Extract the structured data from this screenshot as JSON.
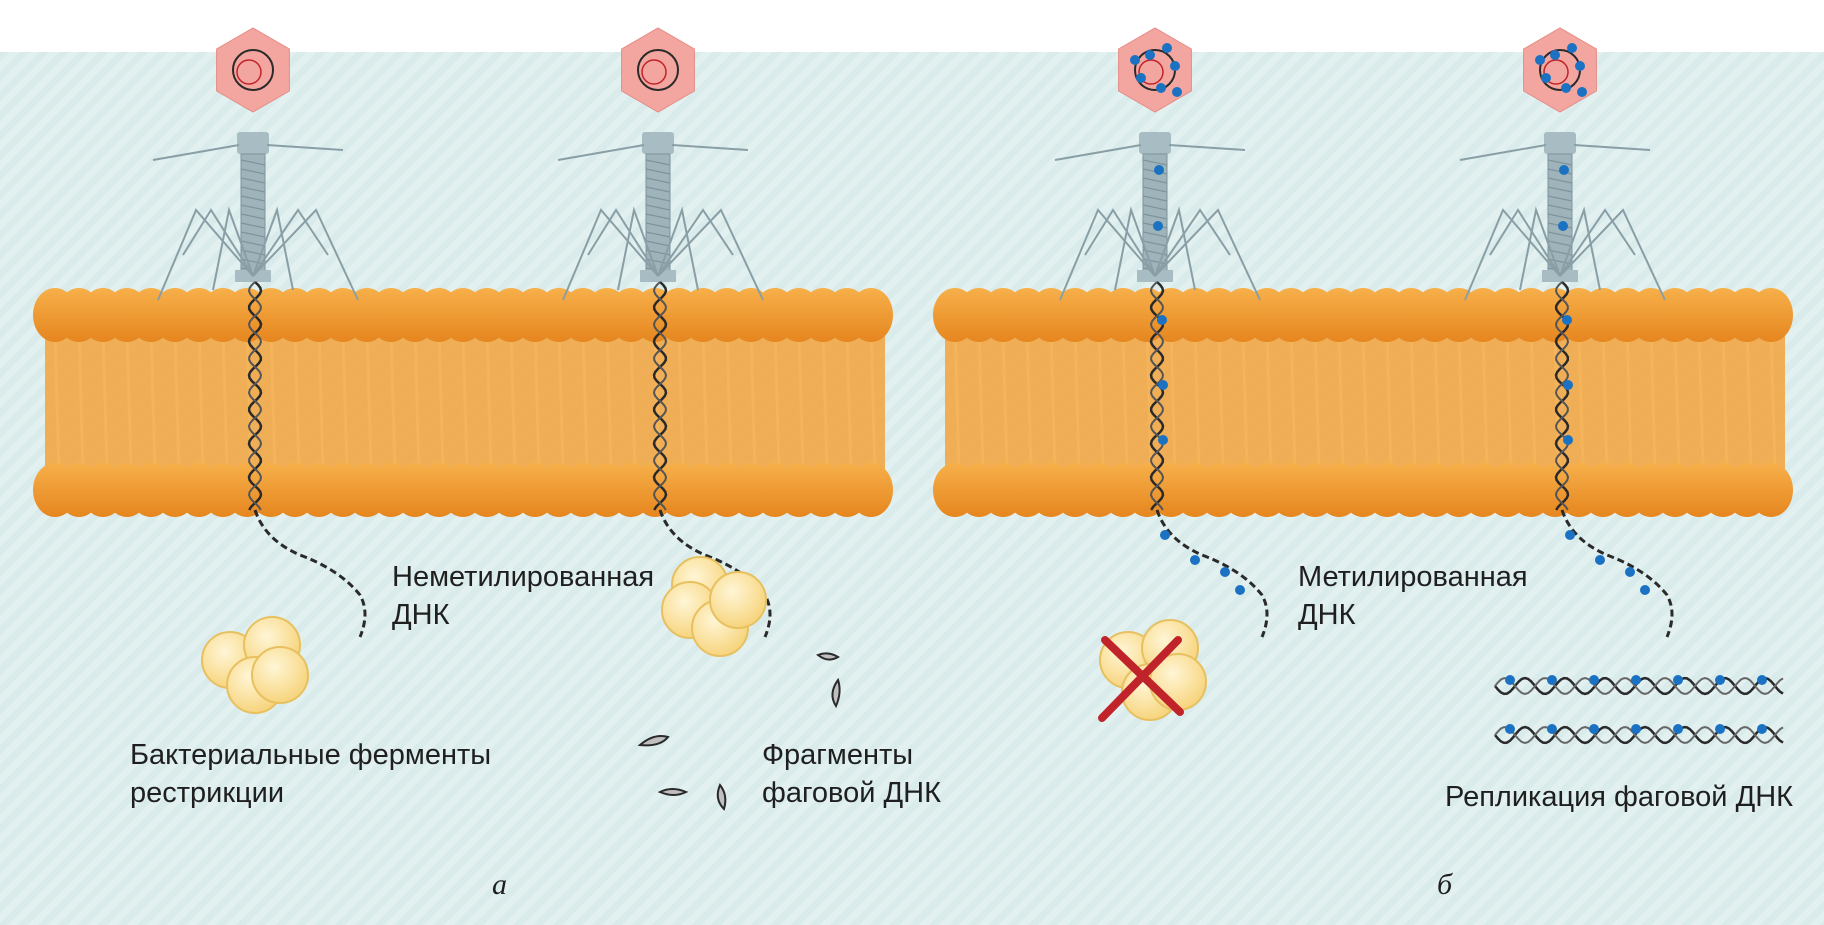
{
  "panels": [
    {
      "letter": "а",
      "labels": {
        "dna": [
          "Неметилированная",
          "ДНК"
        ],
        "enzymes": [
          "Бактериальные ферменты",
          "рестрикции"
        ],
        "fragments": [
          "Фрагменты",
          "фаговой ДНК"
        ]
      }
    },
    {
      "letter": "б",
      "labels": {
        "dna": [
          "Метилированная",
          "ДНК"
        ],
        "replication": "Репликация фаговой ДНК"
      }
    }
  ],
  "colors": {
    "lipid_head": "#f0962a",
    "lipid_tail": "#f2a23c",
    "capsid": "#f3a6a0",
    "phage_tail": "#9fb3ba",
    "dna": "#2a2a2a",
    "methyl_mark": "#1b72c2",
    "enzyme": "#fbe39a",
    "cross": "#c0242a"
  }
}
